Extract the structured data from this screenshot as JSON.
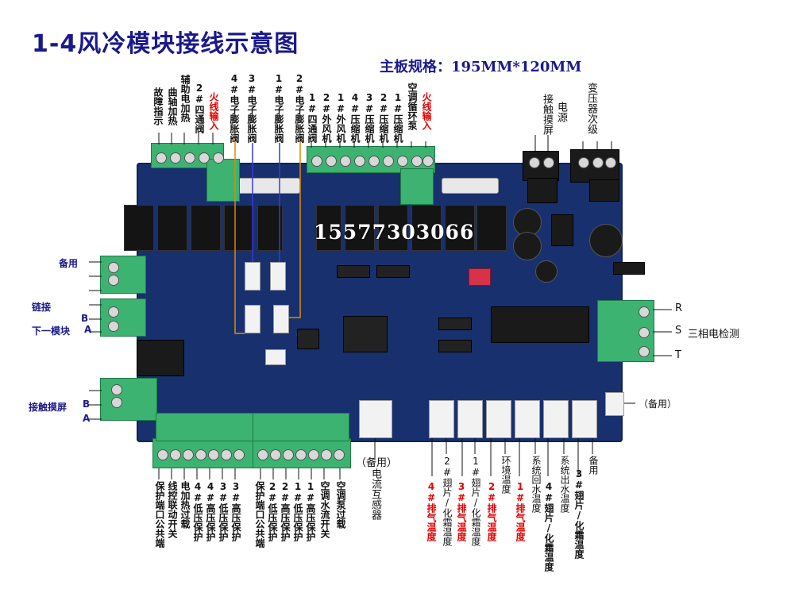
{
  "title": "1-4风冷模块接线示意图",
  "spec": "主板规格：195MM*120MM",
  "phone": "15577303066",
  "top_left_labels": [
    {
      "text": "故障指示",
      "red": false
    },
    {
      "text": "曲轴加热",
      "red": false
    },
    {
      "text": "辅助电加热",
      "red": false
    },
    {
      "text": "2#四通阀",
      "red": false
    },
    {
      "text": "火线输入",
      "red": true
    },
    {
      "text": "4#电子膨胀阀",
      "red": false
    },
    {
      "text": "3#电子膨胀阀",
      "red": false
    },
    {
      "text": "1#电子膨胀阀",
      "red": false
    },
    {
      "text": "2#电子膨胀阀",
      "red": false
    }
  ],
  "top_mid_labels": [
    {
      "text": "1#四通阀",
      "red": false
    },
    {
      "text": "2#外风机",
      "red": false
    },
    {
      "text": "1#外风机",
      "red": false
    },
    {
      "text": "4#压缩机",
      "red": false
    },
    {
      "text": "3#压缩机",
      "red": false
    },
    {
      "text": "2#压缩机",
      "red": false
    },
    {
      "text": "1#压缩机",
      "red": false
    },
    {
      "text": "空调循环泵",
      "red": false
    },
    {
      "text": "火线输入",
      "red": true
    }
  ],
  "top_right_labels": [
    {
      "text": "接触摸屏"
    },
    {
      "text": "电源"
    },
    {
      "text": "变压器次级"
    }
  ],
  "left_labels": {
    "spare": "备用",
    "link": "链接",
    "next_module": "下一模块",
    "touch_screen": "接触摸屏",
    "b1": "B",
    "a1": "A",
    "b2": "B",
    "a2": "A"
  },
  "right_labels": {
    "r": "R",
    "s": "S",
    "t": "T",
    "three_phase": "三相电检测",
    "spare": "（备用）"
  },
  "bottom_left_labels": [
    {
      "text": "保护端口公共端"
    },
    {
      "text": "线控联动开关"
    },
    {
      "text": "电加热过载"
    },
    {
      "text": "4#低压保护"
    },
    {
      "text": "4#高压保护"
    },
    {
      "text": "3#低压保护"
    },
    {
      "text": "3#高压保护"
    },
    {
      "text": "保护端口公共端"
    },
    {
      "text": "2#低压保护"
    },
    {
      "text": "2#高压保护"
    },
    {
      "text": "1#低压保护"
    },
    {
      "text": "1#高压保护"
    },
    {
      "text": "空调水流开关"
    },
    {
      "text": "空调泵过载"
    }
  ],
  "current_sensor": {
    "paren": "（备用）",
    "text": "电流互感器"
  },
  "bottom_right_labels": [
    {
      "text": "4#排气温度",
      "red": true
    },
    {
      "text": "2#翅片/化霜温度",
      "red": false
    },
    {
      "text": "3#排气温度",
      "red": true
    },
    {
      "text": "1#翅片/化霜温度",
      "red": false
    },
    {
      "text": "2#排气温度",
      "red": true
    },
    {
      "text": "环境温度",
      "red": false
    },
    {
      "text": "1#排气温度",
      "red": true
    },
    {
      "text": "系统回水温度",
      "red": false
    },
    {
      "text": "4#翅片/化霜温度",
      "red": false
    },
    {
      "text": "系统出水温度",
      "red": false
    },
    {
      "text": "3#翅片/化霜温度",
      "red": false
    },
    {
      "text": "备用",
      "red": false
    }
  ],
  "colors": {
    "title": "#1a1a8c",
    "board": "#18306e",
    "terminal": "#3cb371",
    "red_label": "#e60000"
  }
}
